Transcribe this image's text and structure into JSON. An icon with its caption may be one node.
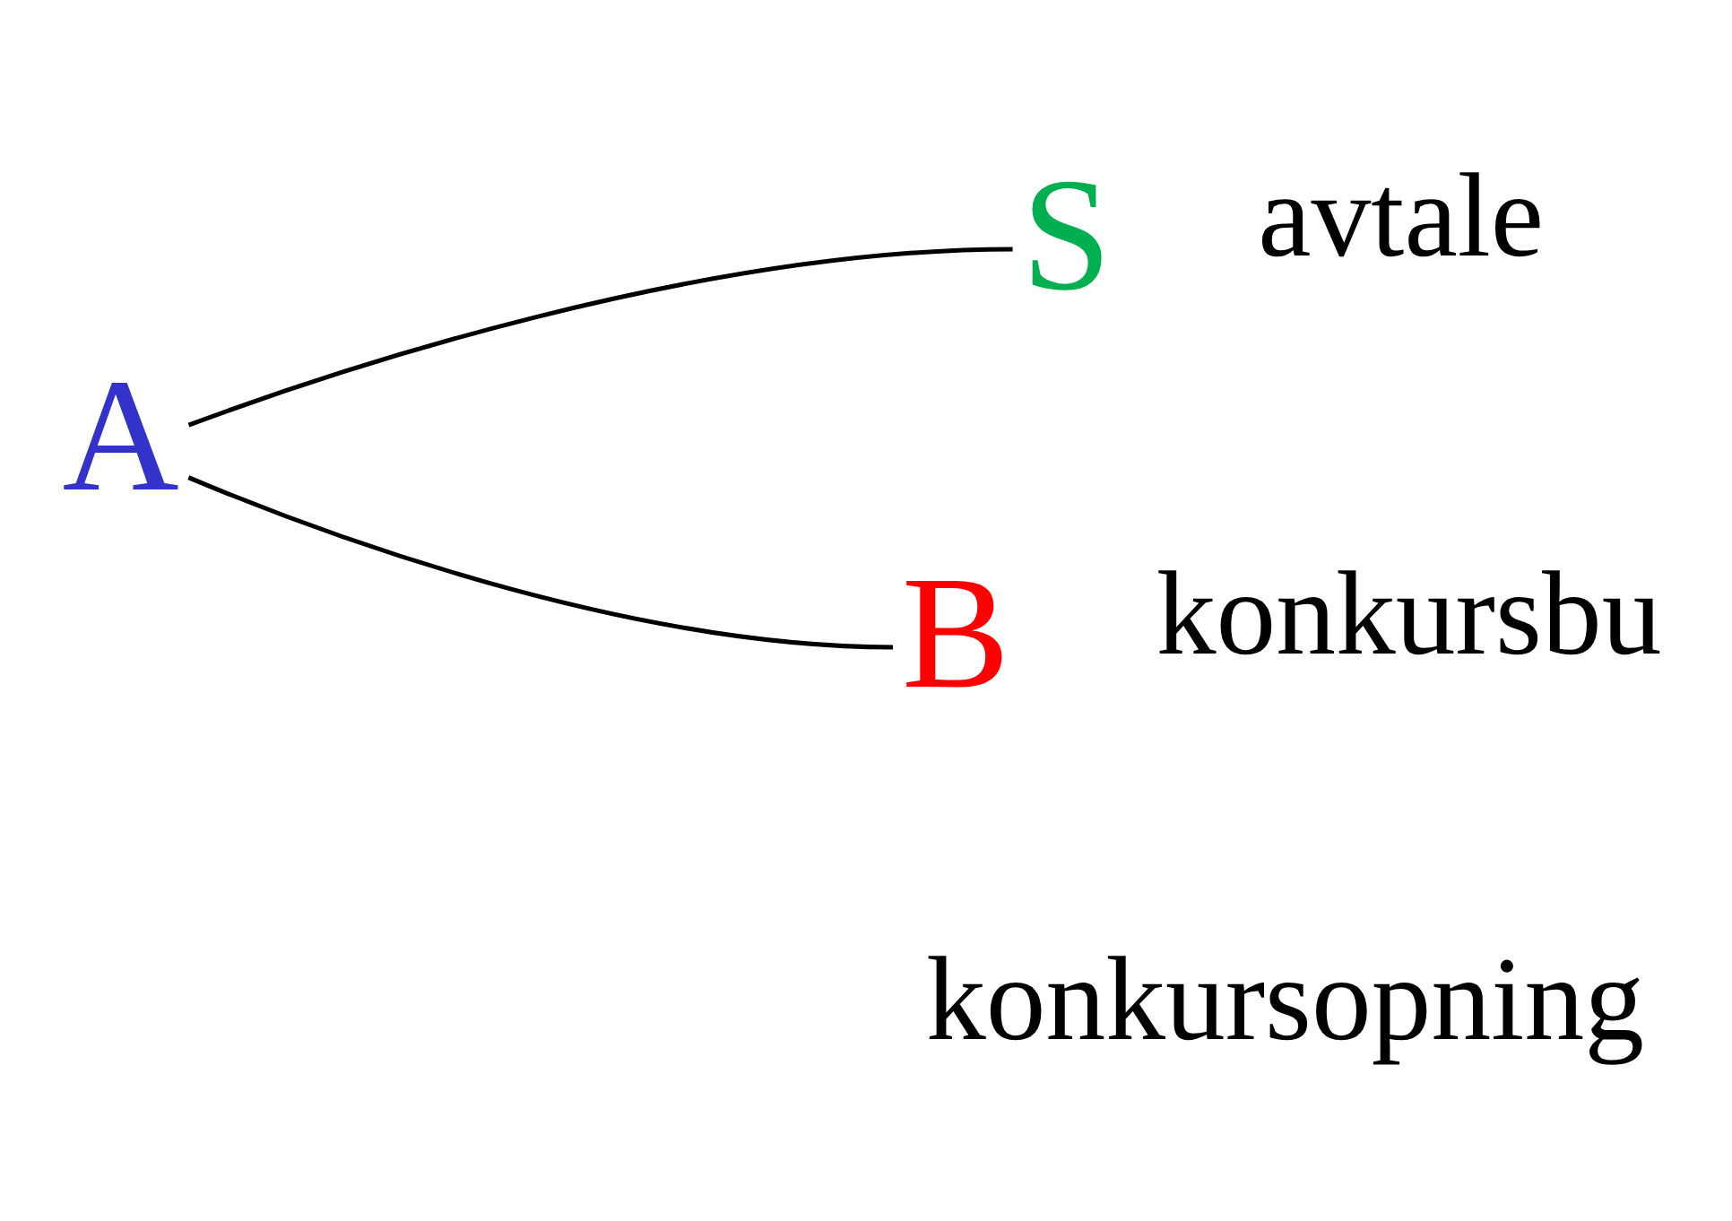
{
  "diagram": {
    "nodes": [
      {
        "text": [
          "A"
        ]
      },
      {
        "text": [
          "S"
        ],
        "beside": [
          "avtale"
        ]
      },
      {
        "text": [
          "B"
        ],
        "beside": [
          "konkursbu"
        ]
      }
    ],
    "edges": [
      {
        "from": 0,
        "to": 1,
        "arrow": "none"
      },
      {
        "from": 0,
        "to": 2,
        "arrow": "none"
      }
    ],
    "labels": [
      "konkursopning"
    ]
  }
}
